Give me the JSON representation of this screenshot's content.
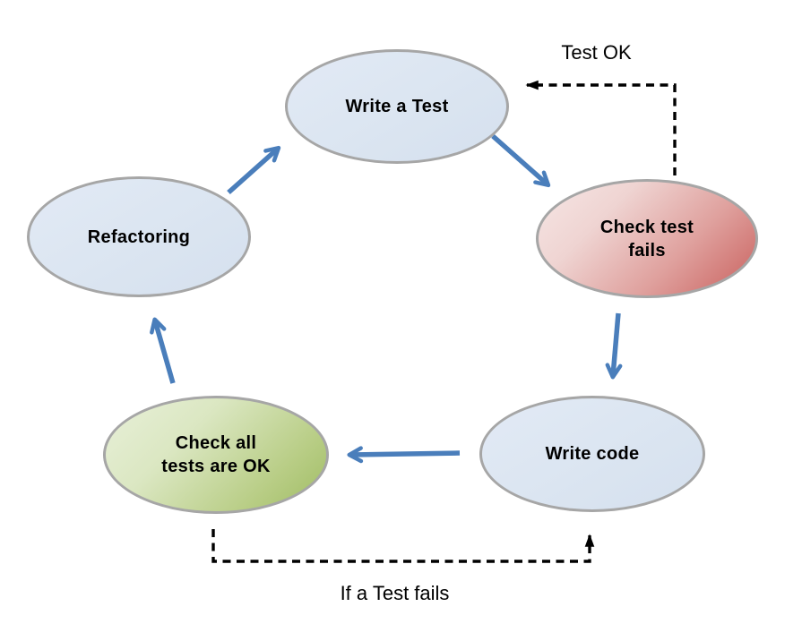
{
  "nodes": [
    {
      "id": "write-a-test",
      "label": "Write a Test"
    },
    {
      "id": "check-test-fails",
      "label": "Check test\nfails"
    },
    {
      "id": "write-code",
      "label": "Write code"
    },
    {
      "id": "check-all-tests-ok",
      "label": "Check all\ntests are OK"
    },
    {
      "id": "refactoring",
      "label": "Refactoring"
    }
  ],
  "edge_labels": {
    "test_ok": "Test OK",
    "if_test_fails": "If a Test fails"
  },
  "colors": {
    "background": "#ffffff",
    "node_blue_fill": "#dbe5f1",
    "node_border": "#a6a6a6",
    "red_gradient_start": "#f6e6e5",
    "red_gradient_end": "#c9605d",
    "green_gradient_start": "#e8f0d9",
    "green_gradient_end": "#9fbc63",
    "arrow_blue": "#4a7ebb",
    "arrow_black": "#000000",
    "text": "#000000"
  }
}
